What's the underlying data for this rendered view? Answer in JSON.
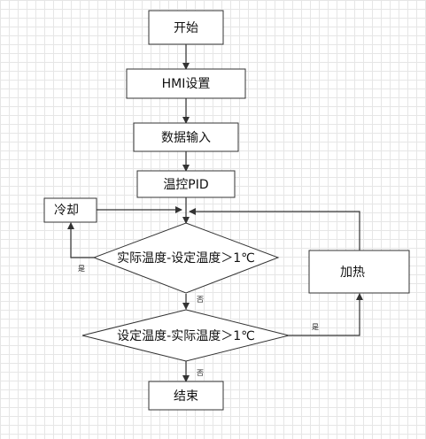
{
  "diagram": {
    "nodes": {
      "start": "开始",
      "hmi_setup": "HMI设置",
      "data_input": "数据输入",
      "temp_pid": "温控PID",
      "cooling": "冷却",
      "heating": "加热",
      "decision_1": "实际温度-设定温度＞1℃",
      "decision_2": "设定温度-实际温度＞1℃",
      "end": "结束"
    },
    "edge_labels": {
      "d1_yes": "是",
      "d1_no": "否",
      "d2_yes": "是",
      "d2_no": "否"
    }
  },
  "colors": {
    "stroke": "#333333",
    "fill": "#ffffff",
    "grid": "#e6e6e6"
  }
}
